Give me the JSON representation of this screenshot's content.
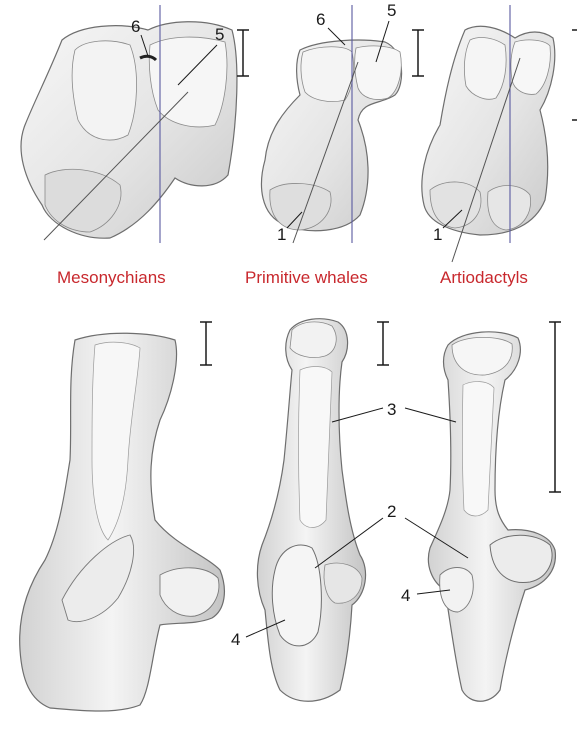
{
  "groups": {
    "mesonychians": "Mesonychians",
    "primitive_whales": "Primitive whales",
    "artiodactyls": "Artiodactyls"
  },
  "labels": {
    "one": "1",
    "two": "2",
    "three": "3",
    "four": "4",
    "five": "5",
    "six": "6"
  },
  "colors": {
    "group_label": "#c8282d",
    "axis_line": "#5a5aa0",
    "bone_fill": "#e9e9e9",
    "bone_stroke": "#6e6e6e"
  }
}
